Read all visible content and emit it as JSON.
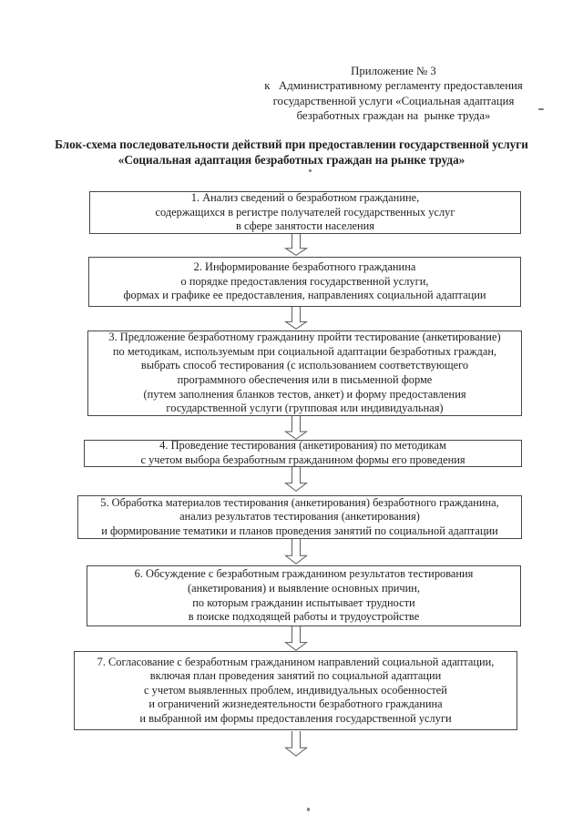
{
  "colors": {
    "page_background": "#ffffff",
    "text": "#1e1e1e",
    "box_border": "#474747",
    "arrow_stroke": "#5c5c5c"
  },
  "appendix": {
    "lines": [
      "Приложение № 3",
      "к   Административному регламенту предоставления",
      "государственной услуги «Социальная адаптация",
      "безработных граждан на  рынке труда»"
    ]
  },
  "title": {
    "lines": [
      "Блок-схема последовательности действий при предоставлении государственной услуги",
      "«Социальная адаптация безработных граждан на рынке труда»"
    ]
  },
  "flowchart": {
    "arrow_icon": "hollow-double-line-down-arrow",
    "boxes": [
      {
        "text": "1. Анализ сведений о безработном гражданине,\nсодержащихся в регистре получателей государственных услуг\nв сфере занятости населения"
      },
      {
        "text": "2. Информирование безработного гражданина\nо порядке предоставления государственной услуги,\nформах и графике ее предоставления, направлениях социальной адаптации"
      },
      {
        "text": "3. Предложение безработному гражданину пройти тестирование (анкетирование)\nпо методикам, используемым при социальной адаптации безработных граждан,\nвыбрать способ тестирования (с использованием соответствующего\nпрограммного обеспечения или в письменной форме\n(путем заполнения бланков тестов, анкет) и форму предоставления\nгосударственной услуги (групповая или индивидуальная)"
      },
      {
        "text": "4. Проведение тестирования (анкетирования) по методикам\nс учетом выбора безработным гражданином формы его проведения"
      },
      {
        "text": "5. Обработка материалов тестирования (анкетирования) безработного гражданина,\nанализ результатов тестирования (анкетирования)\nи формирование тематики и планов проведения занятий по социальной адаптации"
      },
      {
        "text": "6. Обсуждение с безработным гражданином результатов тестирования\n(анкетирования) и выявление основных причин,\nпо которым гражданин испытывает трудности\nв поиске подходящей работы и трудоустройстве"
      },
      {
        "text": "7. Согласование с безработным гражданином направлений социальной адаптации,\nвключая план проведения занятий по социальной адаптации\nс учетом выявленных проблем, индивидуальных особенностей\nи ограничений жизнедеятельности безработного гражданина\nи выбранной им формы предоставления государственной услуги"
      }
    ]
  }
}
